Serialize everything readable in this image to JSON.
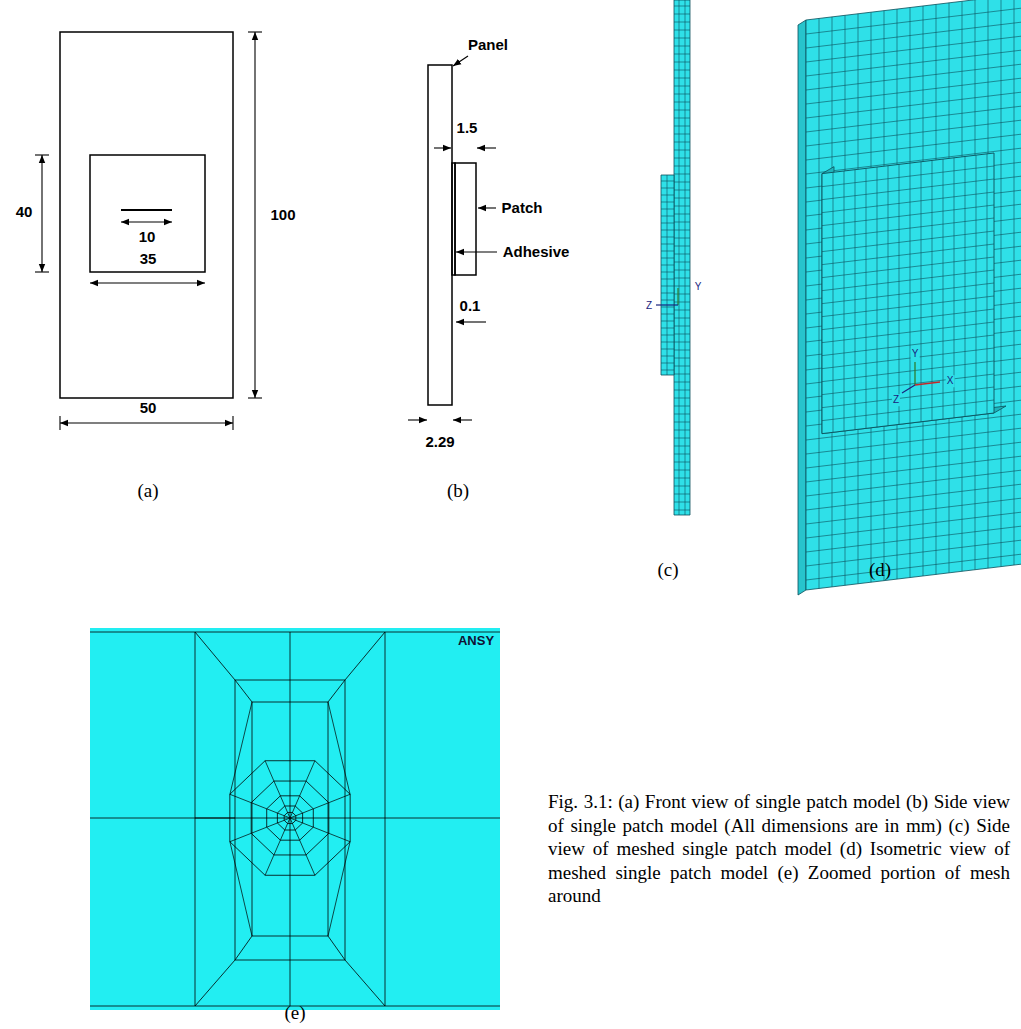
{
  "diagram": {
    "caption": "Fig. 3.1: (a) Front view of single patch model (b) Side view of single patch model (All dimensions are in mm) (c) Side view of meshed single patch model (d) Isometric view of meshed single patch model (e) Zoomed portion of mesh around",
    "labels": [
      "40",
      "10",
      "35",
      "100",
      "50",
      "(a)",
      "Panel",
      "1.5",
      "Patch",
      "Adhesive",
      "0.1",
      "2.29",
      "(b)",
      "Z",
      "Y",
      "(c)",
      "Y",
      "X",
      "Z",
      "(d)",
      "ANSY",
      "(e)"
    ]
  }
}
